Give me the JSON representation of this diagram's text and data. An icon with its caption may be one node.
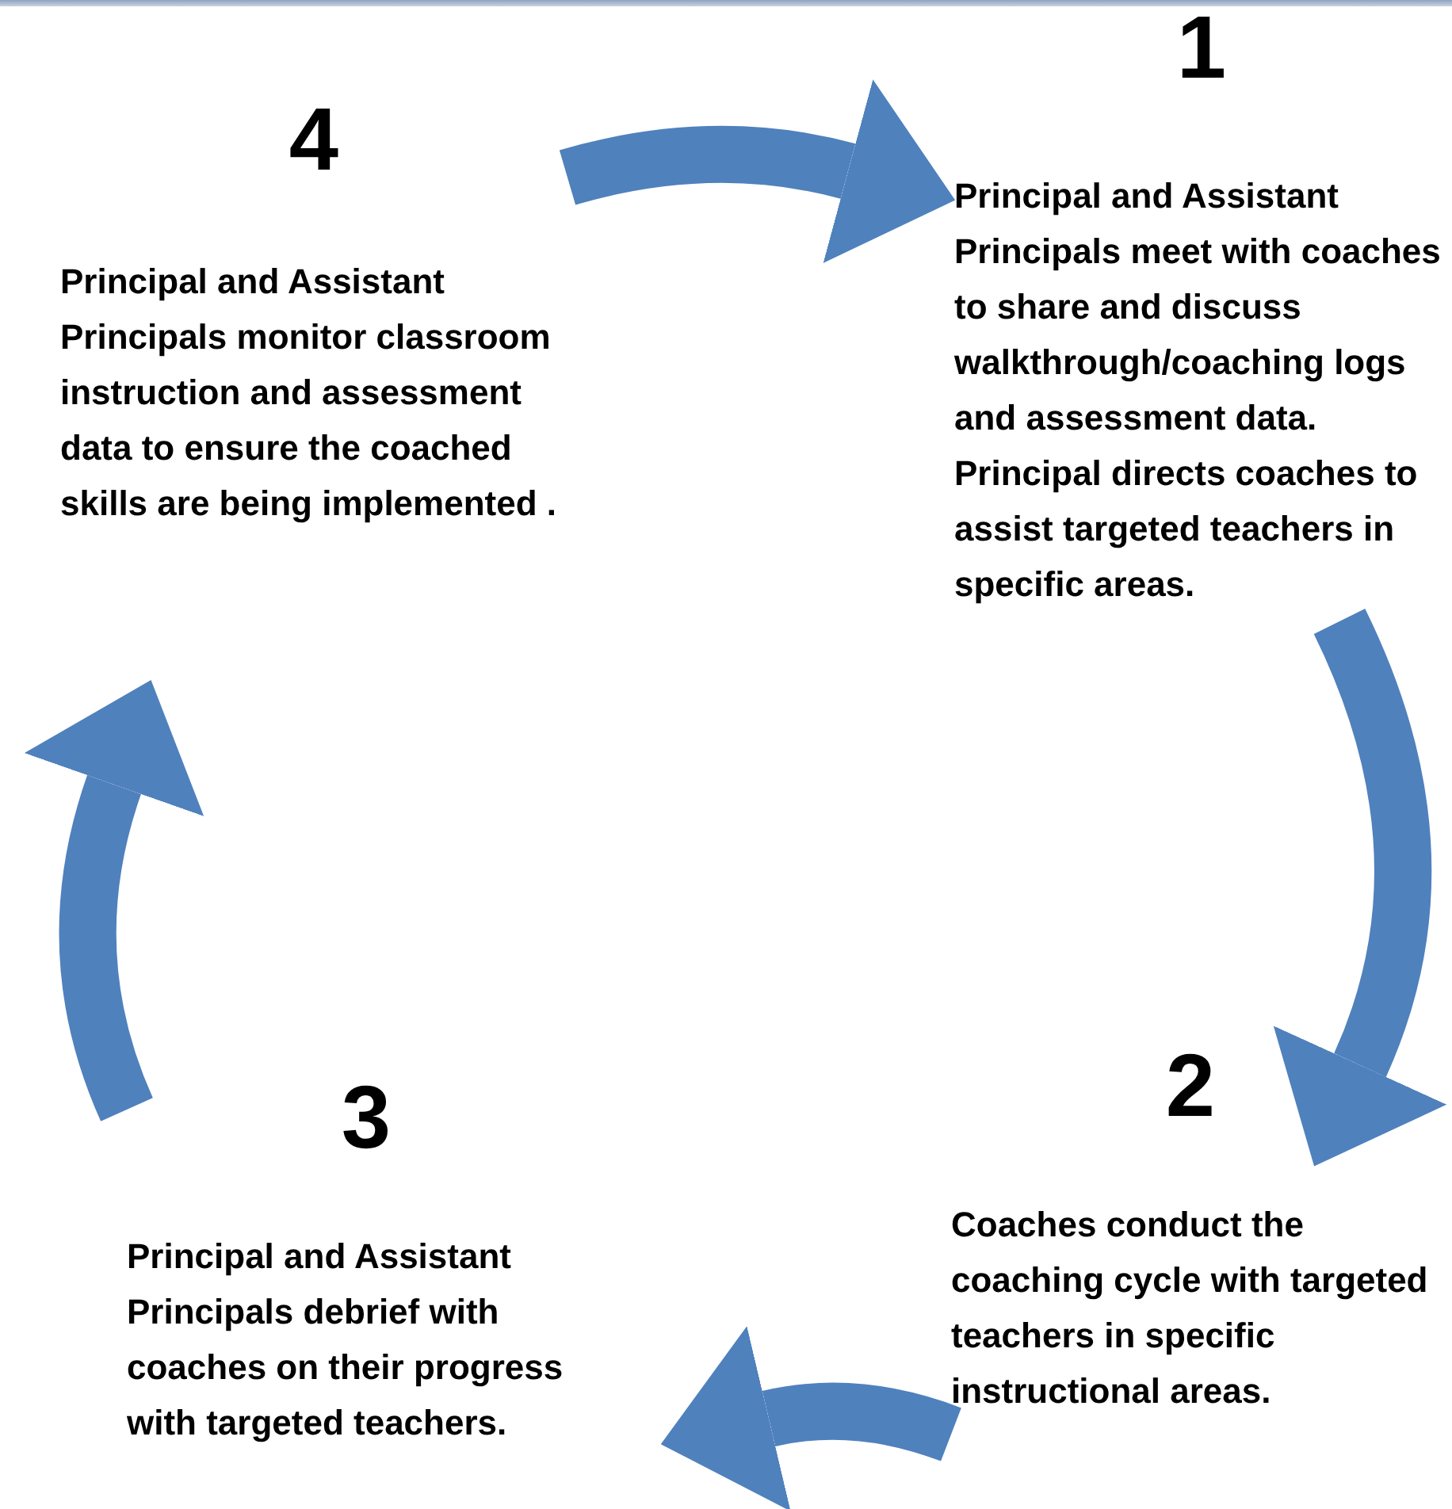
{
  "diagram": {
    "nodes": [
      {
        "text": [
          "1",
          "Principal and Assistant Principals meet with coaches to share and discuss walkthrough/coaching logs and assessment data. Principal directs coaches to assist targeted teachers in specific areas."
        ]
      },
      {
        "text": [
          "2",
          "Coaches conduct the coaching cycle with targeted teachers in specific instructional areas."
        ]
      },
      {
        "text": [
          "3",
          "Principal and Assistant Principals debrief with coaches on their progress with targeted teachers."
        ]
      },
      {
        "text": [
          "4",
          "Principal and Assistant Principals monitor classroom instruction and assessment data to ensure the coached skills are being implemented ."
        ]
      }
    ],
    "edges": [
      {
        "from": 3,
        "to": 0,
        "arrow": "to"
      },
      {
        "from": 0,
        "to": 1,
        "arrow": "to"
      },
      {
        "from": 1,
        "to": 2,
        "arrow": "to"
      },
      {
        "from": 2,
        "to": 3,
        "arrow": "to"
      }
    ]
  }
}
